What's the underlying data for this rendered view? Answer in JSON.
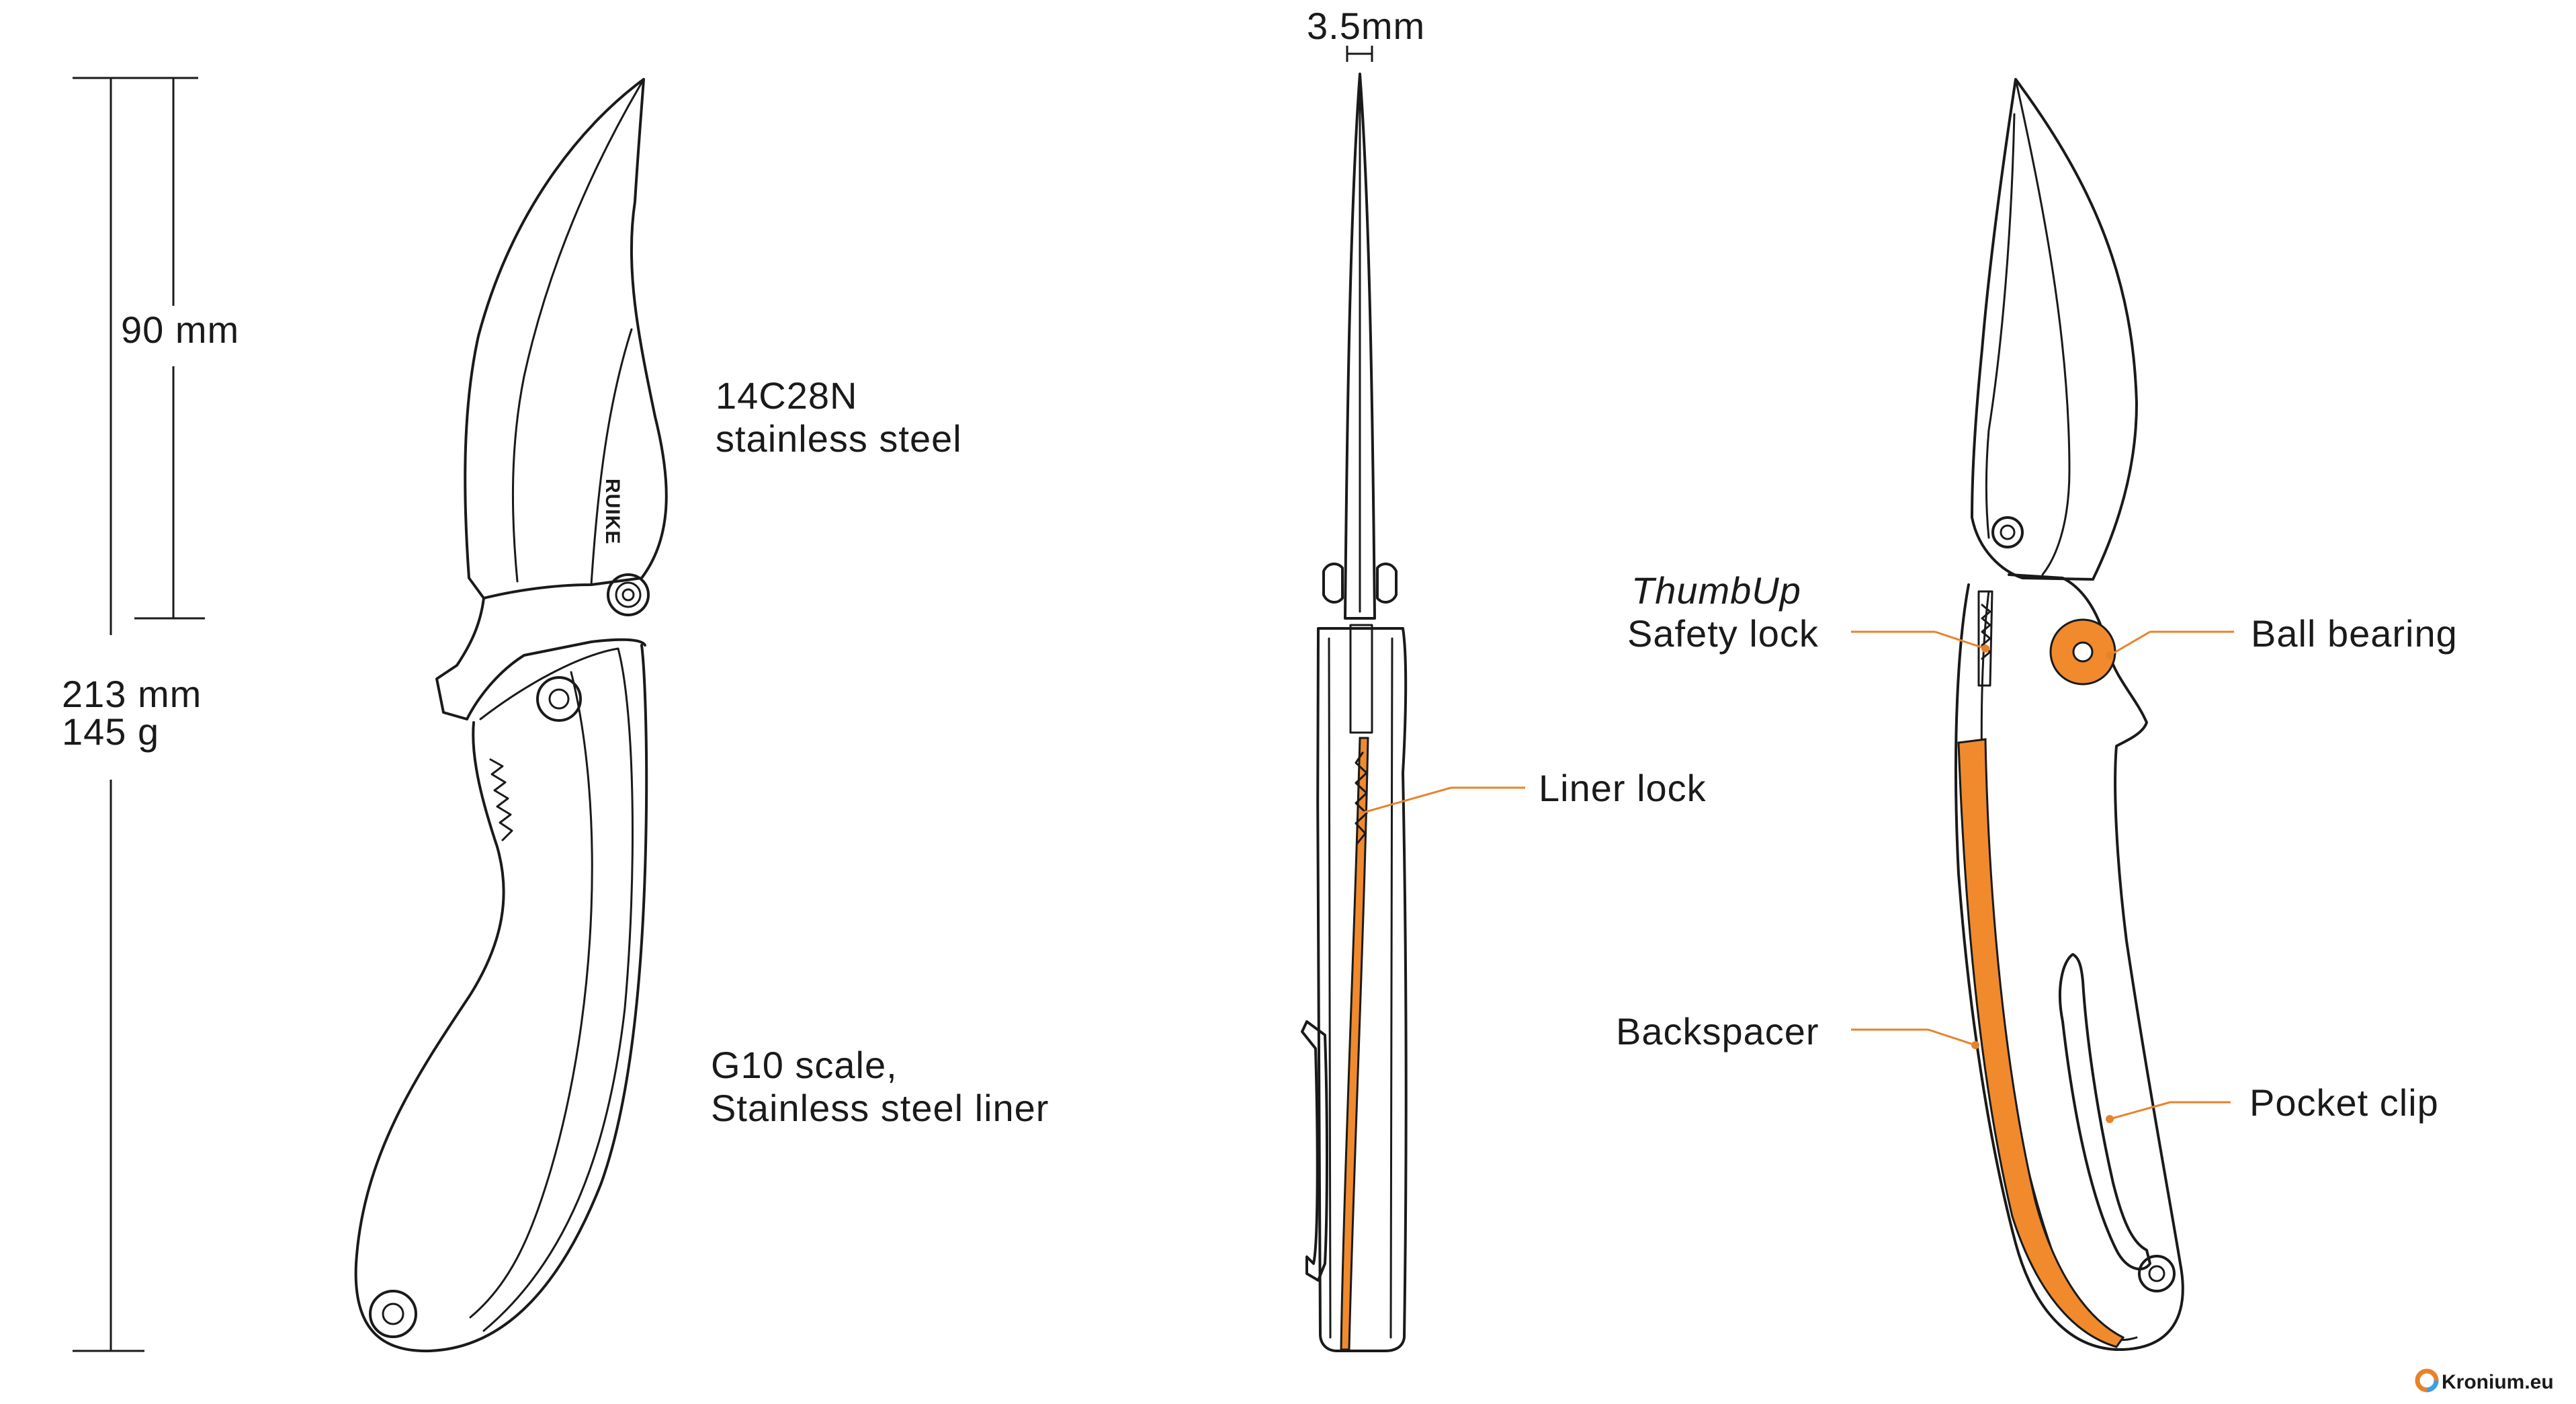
{
  "dimensions": {
    "blade_length": "90 mm",
    "total_length": "213 mm",
    "weight": "145 g",
    "thickness": "3.5mm"
  },
  "labels": {
    "blade_steel_line1": "14C28N",
    "blade_steel_line2": "stainless steel",
    "handle_line1": "G10 scale,",
    "handle_line2": "Stainless steel liner",
    "liner_lock": "Liner lock",
    "thumbup_line1": "ThumbUp",
    "thumbup_line2": "Safety lock",
    "ball_bearing": "Ball bearing",
    "backspacer": "Backspacer",
    "pocket_clip": "Pocket clip"
  },
  "brand": "RUIKE",
  "watermark": "Kronium.eu",
  "colors": {
    "line": "#1a1a1a",
    "accent": "#f08a2c",
    "background": "#ffffff"
  }
}
